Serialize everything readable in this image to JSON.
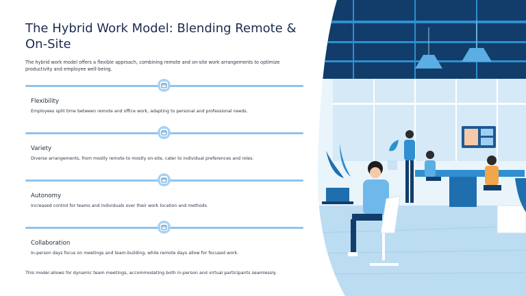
{
  "slide": {
    "title": "The Hybrid Work Model: Blending Remote & On-Site",
    "intro": "The hybrid work model offers a flexible approach, combining remote and on-site work arrangements to optimize productivity and employee well-being.",
    "steps": [
      {
        "title": "Flexibility",
        "description": "Employees split time between remote and office work, adapting to personal and professional needs.",
        "icon": "calendar-icon"
      },
      {
        "title": "Variety",
        "description": "Diverse arrangements, from mostly remote to mostly on-site, cater to individual preferences and roles.",
        "icon": "calendar-icon"
      },
      {
        "title": "Autonomy",
        "description": "Increased control for teams and individuals over their work location and methods.",
        "icon": "calendar-icon"
      },
      {
        "title": "Collaboration",
        "description": "In-person days focus on meetings and team-building, while remote days allow for focused work.",
        "icon": "calendar-icon"
      }
    ],
    "footer": "This model allows for dynamic team meetings, accommodating both in-person and virtual participants seamlessly."
  },
  "colors": {
    "title": "#1b2a4e",
    "divider": "#8fc2ec",
    "node": "#a9d1f2",
    "illustration_primary": "#2f8fd0",
    "illustration_dark": "#123d6b"
  }
}
